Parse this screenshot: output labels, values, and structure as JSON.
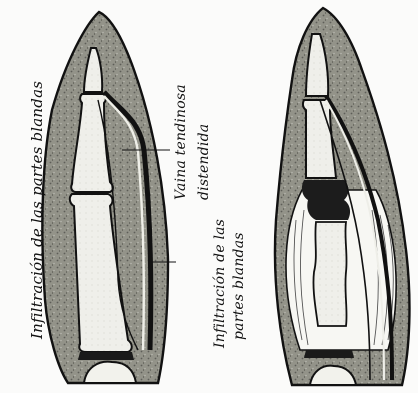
{
  "labels": {
    "left_soft_tissue": "Infiltración de las partes blandas",
    "sheath_line1": "Vaina tendinosa",
    "sheath_line2": "distendida",
    "right_soft_tissue_line1": "Infiltración de las",
    "right_soft_tissue_line2": "partes blandas"
  },
  "colors": {
    "background": "#fbfbfa",
    "tissue": "#8d8d87",
    "bone": "#efefea",
    "ink": "#111111",
    "lesion": "#222222"
  }
}
